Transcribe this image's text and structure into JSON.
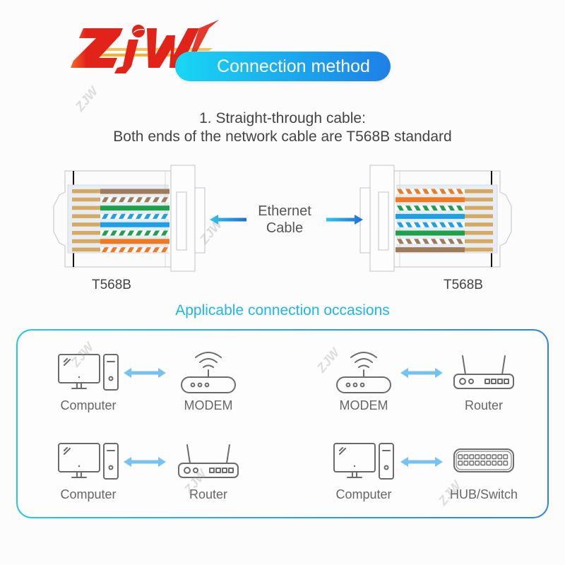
{
  "brand": {
    "logo_text": "ZJW",
    "logo_color": "#e2231a",
    "logo_stripe_color": "#f5b335"
  },
  "header": {
    "title": "Connection method",
    "gradient_start": "#19d6f4",
    "gradient_end": "#1e7fe6"
  },
  "subtitle": {
    "line1": "1. Straight-through cable:",
    "line2": "Both ends of the network cable are T568B standard"
  },
  "cable": {
    "label_line1": "Ethernet",
    "label_line2": "Cable",
    "left_standard": "T568B",
    "right_standard": "T568B",
    "arrow_color": "#1e8fe0",
    "wire_order_left": [
      "brown",
      "white-brown",
      "green",
      "white-blue",
      "blue",
      "white-green",
      "orange",
      "white-orange"
    ],
    "wire_order_right": [
      "white-orange",
      "orange",
      "white-green",
      "blue",
      "white-blue",
      "green",
      "white-brown",
      "brown"
    ],
    "wire_colors": {
      "brown": "#a07b5a",
      "green": "#1da24a",
      "blue": "#1ea0e6",
      "orange": "#f07a20",
      "pin": "#d7a960"
    }
  },
  "occasions": {
    "title": "Applicable connection occasions",
    "pairs": [
      {
        "left": {
          "icon": "computer-icon",
          "label": "Computer"
        },
        "right": {
          "icon": "modem-icon",
          "label": "MODEM"
        }
      },
      {
        "left": {
          "icon": "modem-icon",
          "label": "MODEM"
        },
        "right": {
          "icon": "router-icon",
          "label": "Router"
        }
      },
      {
        "left": {
          "icon": "computer-icon",
          "label": "Computer"
        },
        "right": {
          "icon": "router-icon",
          "label": "Router"
        }
      },
      {
        "left": {
          "icon": "computer-icon",
          "label": "Computer"
        },
        "right": {
          "icon": "hub-switch-icon",
          "label": "HUB/Switch"
        }
      }
    ]
  },
  "watermark": {
    "text": "ZJW"
  }
}
